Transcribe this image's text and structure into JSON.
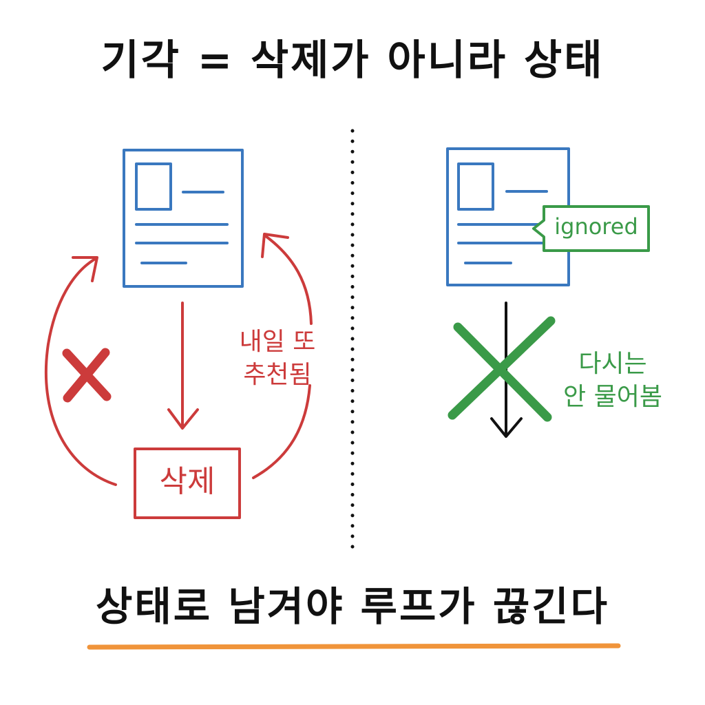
{
  "title": "기각 = 삭제가 아니라 상태",
  "left_panel": {
    "box_label": "삭제",
    "note_line1": "내일 또",
    "note_line2": "추천됨"
  },
  "right_panel": {
    "tag": "ignored",
    "note_line1": "다시는",
    "note_line2": "안 물어봄"
  },
  "footer": "상태로 남겨야 루프가 끊긴다",
  "colors": {
    "text": "#111111",
    "document": "#3a78bf",
    "reject": "#cc3b3b",
    "ok": "#3a9a48",
    "underline": "#f0943a"
  }
}
